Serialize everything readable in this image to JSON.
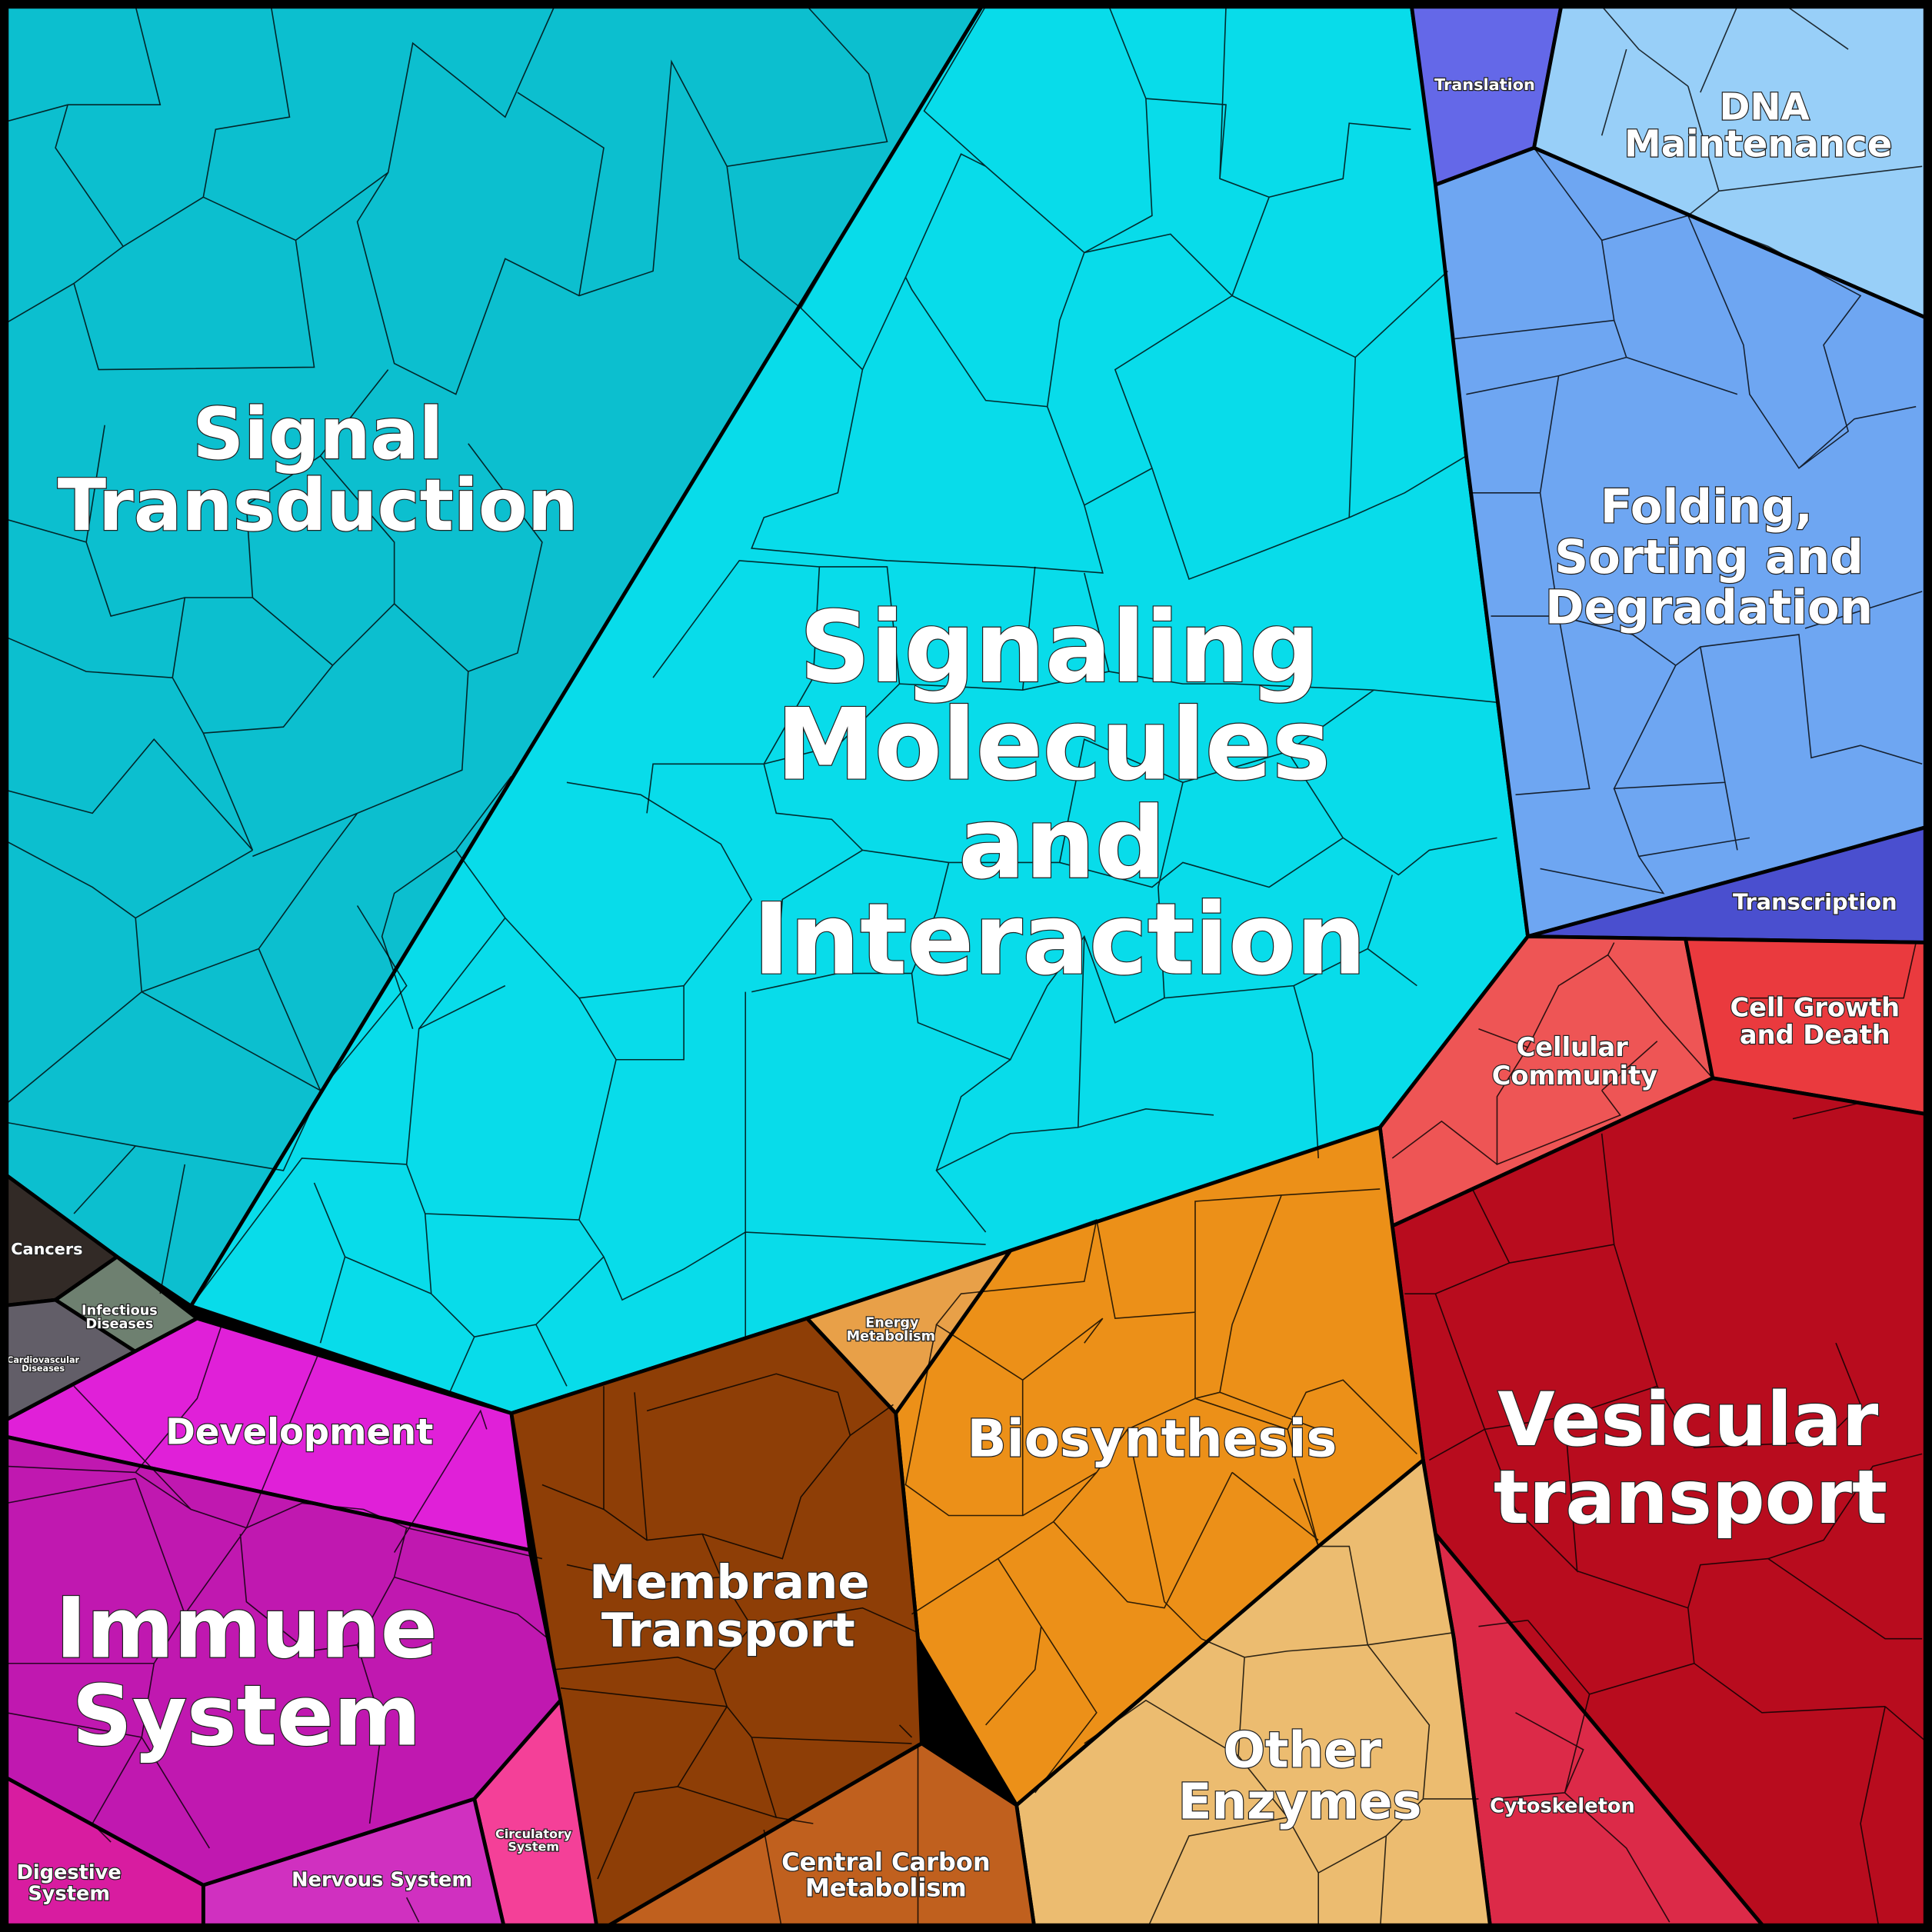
{
  "regions": {
    "signal_transduction": {
      "label1": "Signal",
      "label2": "Transduction",
      "color": "#0cbfcf"
    },
    "signaling_molecules": {
      "label1": "Signaling",
      "label2": "Molecules",
      "label3": "and",
      "label4": "Interaction",
      "color": "#08dcea"
    },
    "translation": {
      "label": "Translation",
      "color": "#6468e8"
    },
    "dna_maintenance": {
      "label1": "DNA",
      "label2": "Maintenance",
      "color": "#98cff8"
    },
    "folding": {
      "label1": "Folding,",
      "label2": "Sorting and",
      "label3": "Degradation",
      "color": "#6ea6f2"
    },
    "transcription": {
      "label": "Transcription",
      "color": "#4a4fcf"
    },
    "cellular_community": {
      "label1": "Cellular",
      "label2": "Community",
      "color": "#ee5555"
    },
    "cell_growth": {
      "label1": "Cell Growth",
      "label2": "and Death",
      "color": "#ea3a3e"
    },
    "vesicular_transport": {
      "label1": "Vesicular",
      "label2": "transport",
      "color": "#b80c1e"
    },
    "cytoskeleton": {
      "label": "Cytoskeleton",
      "color": "#dc2a48"
    },
    "other_enzymes": {
      "label1": "Other",
      "label2": "Enzymes",
      "color": "#ecbc70"
    },
    "biosynthesis": {
      "label": "Biosynthesis",
      "color": "#ec9018"
    },
    "energy_metabolism": {
      "label1": "Energy",
      "label2": "Metabolism",
      "color": "#e8a048"
    },
    "membrane_transport": {
      "label1": "Membrane",
      "label2": "Transport",
      "color": "#8e3e06"
    },
    "central_carbon": {
      "label1": "Central Carbon",
      "label2": "Metabolism",
      "color": "#c0601e"
    },
    "cancers": {
      "label": "Cancers",
      "color": "#322a26"
    },
    "infectious_diseases": {
      "label1": "Infectious",
      "label2": "Diseases",
      "color": "#6e8070"
    },
    "cardiovascular_diseases": {
      "label1": "Cardiovascular",
      "label2": "Diseases",
      "color": "#625e68"
    },
    "development": {
      "label": "Development",
      "color": "#e020d8"
    },
    "immune_system": {
      "label1": "Immune",
      "label2": "System",
      "color": "#c018b0"
    },
    "circulatory_system": {
      "label1": "Circulatory",
      "label2": "System",
      "color": "#f44098"
    },
    "nervous_system": {
      "label": "Nervous System",
      "color": "#d030c0"
    },
    "digestive_system": {
      "label1": "Digestive",
      "label2": "System",
      "color": "#d81ca0"
    }
  }
}
